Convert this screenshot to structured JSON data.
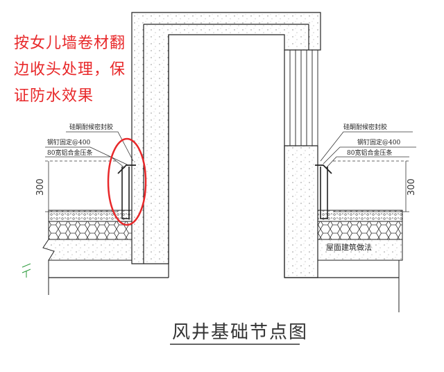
{
  "annotation": {
    "lines": [
      "按女儿墙卷材翻",
      "边收头处理，保",
      "证防水效果"
    ],
    "color": "#e8282a"
  },
  "left_detail": {
    "sealant": "硅酮耐候密封胶",
    "nail": "钢钉固定@400",
    "strip": "80宽铝合金压条",
    "dimension": "300"
  },
  "right_detail": {
    "sealant": "硅酮耐候密封胶",
    "nail": "钢钉固定@400",
    "strip": "80宽铝合金压条",
    "dimension": "300",
    "roof_note": "屋面建筑做法"
  },
  "title": "风井基础节点图"
}
